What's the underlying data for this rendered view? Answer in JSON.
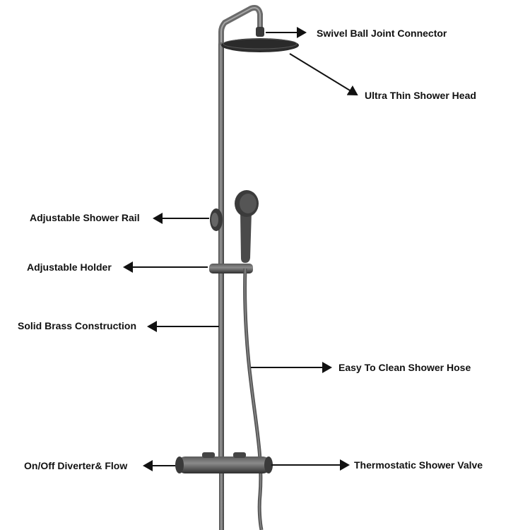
{
  "colors": {
    "metal_dark": "#3a3a3a",
    "metal_mid": "#6b6b6b",
    "metal_light": "#9a9a9a",
    "label_text": "#111111",
    "arrow": "#111111",
    "background": "#ffffff"
  },
  "callouts": {
    "swivel_ball_joint": "Swivel Ball Joint Connector",
    "ultra_thin_head": "Ultra Thin Shower Head",
    "adjustable_rail": "Adjustable Shower Rail",
    "adjustable_holder": "Adjustable Holder",
    "solid_brass": "Solid Brass Construction",
    "easy_clean_hose": "Easy To Clean Shower Hose",
    "diverter_flow": "On/Off Diverter& Flow",
    "thermostatic_valve": "Thermostatic Shower Valve"
  }
}
